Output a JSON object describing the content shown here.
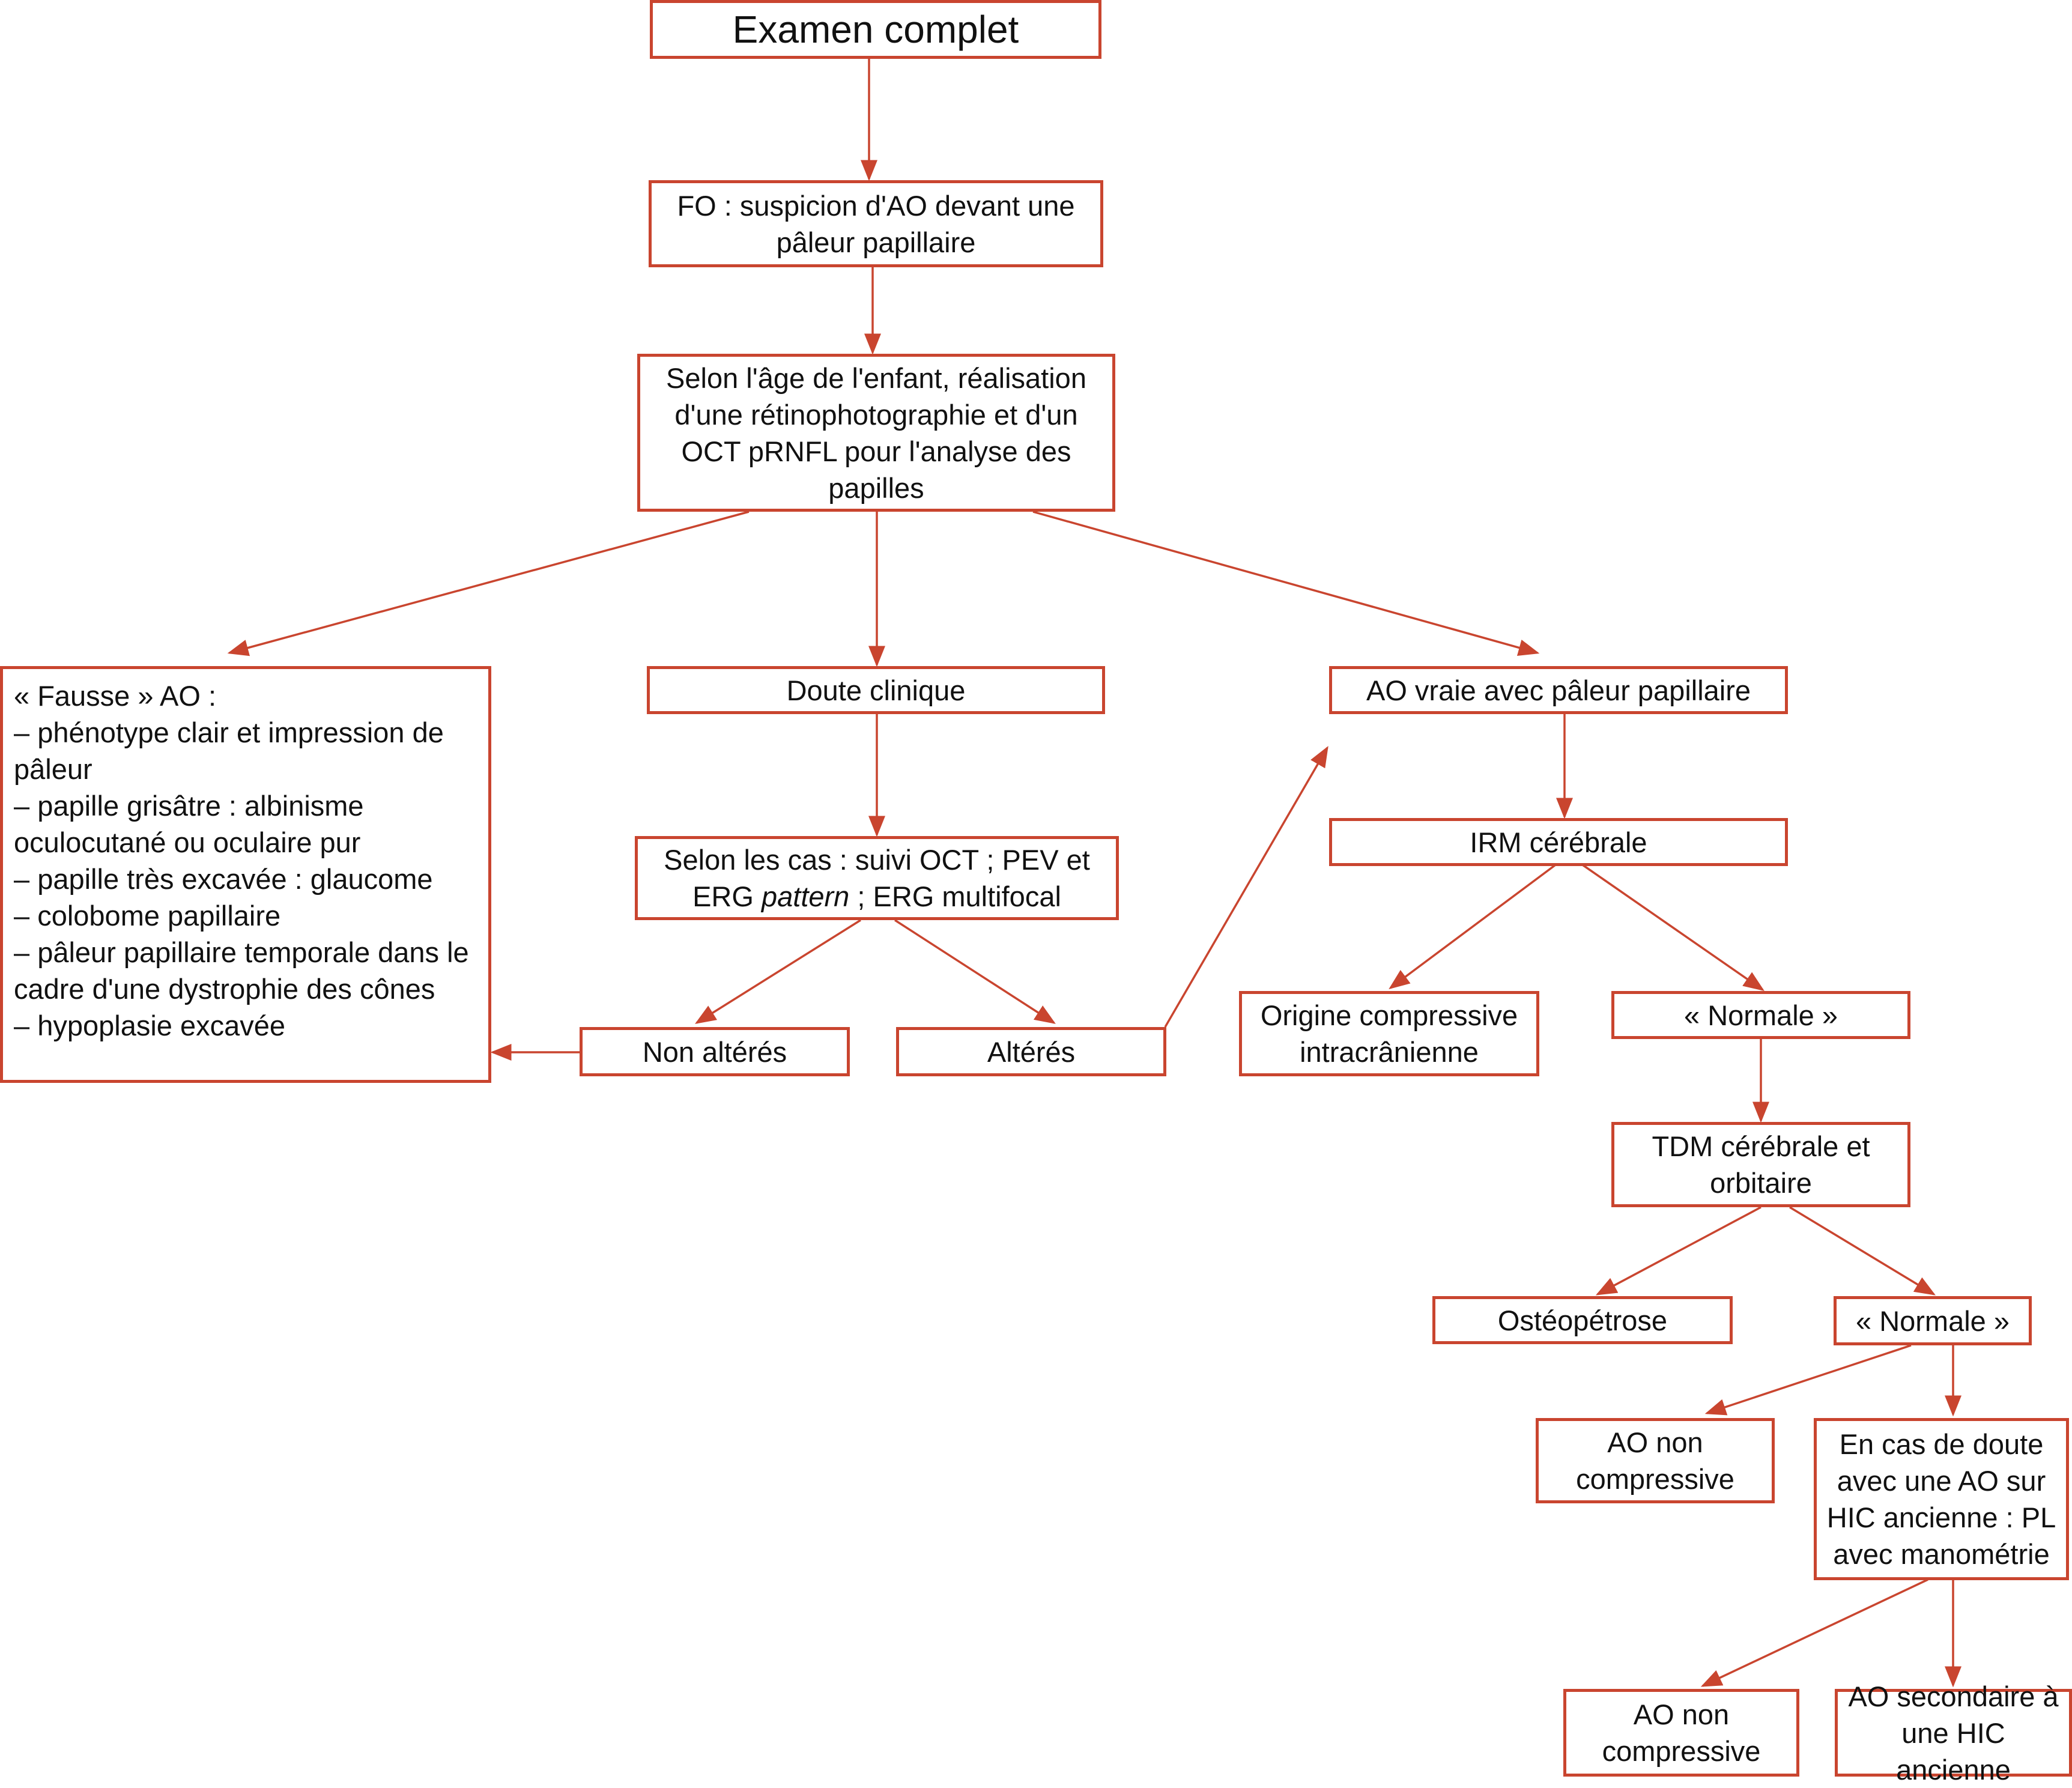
{
  "colors": {
    "accent": "#c9452f",
    "text": "#111111",
    "background": "#ffffff"
  },
  "nodes": {
    "exam": "Examen complet",
    "fo": "FO : suspicion d'AO devant une\npâleur papillaire",
    "selon_age": "Selon l'âge de l'enfant, réalisation\nd'une rétinophotographie et d'un\nOCT pRNFL pour l'analyse des\npapilles",
    "fausse": {
      "title": "« Fausse » AO :",
      "items": [
        "– phénotype clair et impression de pâleur",
        "– papille grisâtre : albinisme oculocutané ou oculaire pur",
        "– papille très excavée : glaucome",
        "– colobome papillaire",
        "– pâleur papillaire temporale dans le cadre d'une dystrophie des cônes",
        "– hypoplasie excavée"
      ]
    },
    "doute": "Doute clinique",
    "selon_cas": {
      "line1": "Selon les cas : suivi OCT ; PEV et",
      "line2_pre": "ERG ",
      "line2_em": "pattern",
      "line2_post": " ; ERG multifocal"
    },
    "non_alteres": "Non altérés",
    "alteres": "Altérés",
    "ao_vraie": "AO vraie avec pâleur papillaire",
    "irm": "IRM cérébrale",
    "origine": "Origine compressive\nintracrânienne",
    "normale1": "« Normale »",
    "tdm": "TDM cérébrale et\norbitaire",
    "osteo": "Ostéopétrose",
    "normale2": "« Normale »",
    "ao_non_comp1": "AO non\ncompressive",
    "doute_hic": "En cas de doute\navec une AO sur\nHIC ancienne : PL\navec manométrie",
    "ao_non_comp2": "AO non\ncompressive",
    "ao_secondaire": "AO secondaire à\nune HIC\nancienne"
  }
}
